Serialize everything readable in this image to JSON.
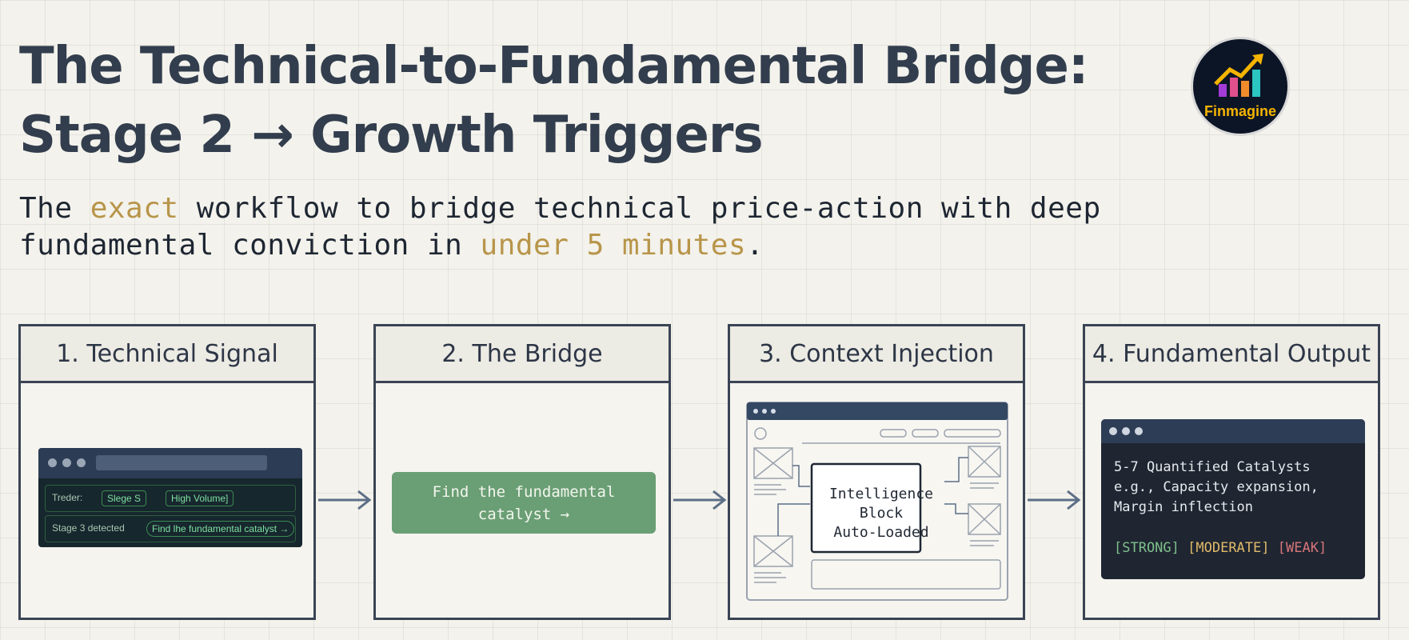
{
  "title": {
    "line1": "The Technical-to-Fundamental Bridge:",
    "line2": "Stage 2 → Growth Triggers"
  },
  "logo": {
    "text": "Finmagine",
    "icon": "rising-chart-icon"
  },
  "subtitle": {
    "part1": "The ",
    "highlight1": "exact",
    "part2": " workflow to bridge technical price-action with deep",
    "part3": "fundamental conviction in ",
    "highlight2": "under 5 minutes",
    "part4": "."
  },
  "colors": {
    "accent_gold": "#b8954a",
    "bridge_green": "#6a9e74",
    "strong": "#7fbf8c",
    "moderate": "#e1b96a",
    "weak": "#d8757b"
  },
  "steps": [
    {
      "header": "1. Technical Signal",
      "terminal": {
        "row1_label": "Treder:",
        "row1_pill1": "Slege S",
        "row1_pill2": "High Volume]",
        "row2_label": "Stage 3 detected",
        "row2_button": "Find lhe fundamental catalyst →"
      }
    },
    {
      "header": "2. The Bridge",
      "button_line1": "Find the fundamental",
      "button_line2": "catalyst →"
    },
    {
      "header": "3. Context Injection",
      "block_line1": "Intelligence",
      "block_line2": "Block",
      "block_line3": "Auto-Loaded"
    },
    {
      "header": "4. Fundamental Output",
      "line1": "5-7 Quantified Catalysts",
      "line2": "e.g., Capacity expansion,",
      "line3": "Margin inflection",
      "tag_strong": "[STRONG]",
      "tag_moderate": "[MODERATE]",
      "tag_weak": "[WEAK]"
    }
  ]
}
